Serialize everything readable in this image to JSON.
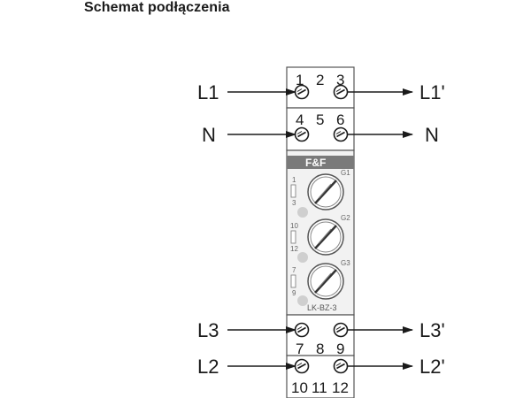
{
  "title": "Schemat podłączenia",
  "device": {
    "model": "LK-BZ-3",
    "logo": "F&F",
    "knobs": [
      {
        "label": "G1",
        "side": [
          "1",
          "3"
        ]
      },
      {
        "label": "G2",
        "side": [
          "10",
          "12"
        ]
      },
      {
        "label": "G3",
        "side": [
          "7",
          "9"
        ]
      }
    ]
  },
  "terminals": {
    "top_row1": [
      "1",
      "2",
      "3"
    ],
    "top_row2": [
      "4",
      "5",
      "6"
    ],
    "bottom_row1": [
      "7",
      "8",
      "9"
    ],
    "bottom_row2": [
      "10",
      "11",
      "12"
    ]
  },
  "wires": {
    "l1_in": "L1",
    "l1_out": "L1'",
    "n_in": "N",
    "n_out": "N",
    "l3_in": "L3",
    "l3_out": "L3'",
    "l2_in": "L2",
    "l2_out": "L2'"
  },
  "colors": {
    "stroke": "#1a1a1a",
    "body": "#f2f2f2",
    "bar": "#7a7a7a",
    "led": "#cfcfcf"
  }
}
